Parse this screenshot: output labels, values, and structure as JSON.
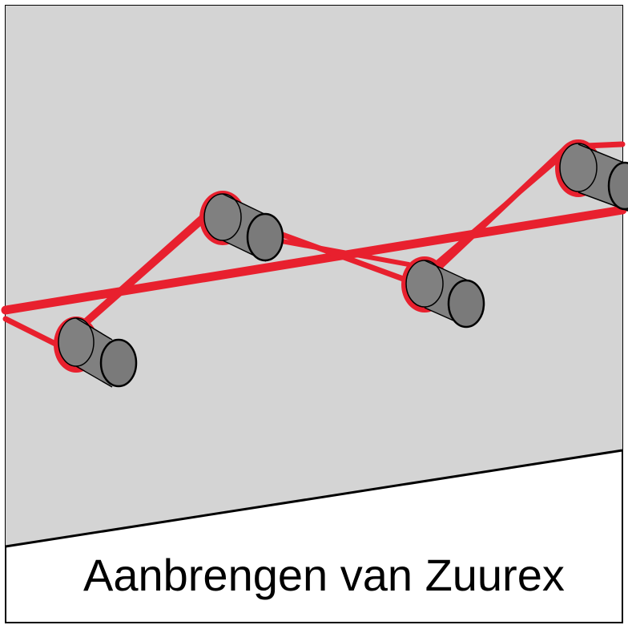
{
  "caption": "Aanbrengen van Zuurex",
  "colors": {
    "surface": "#d4d4d4",
    "border": "#000000",
    "band": "#e8202e",
    "pin_body": "#808080",
    "pin_end": "#7a7a7a",
    "background": "#ffffff"
  },
  "pins": [
    {
      "name": "pin-1"
    },
    {
      "name": "pin-2"
    },
    {
      "name": "pin-3"
    },
    {
      "name": "pin-4"
    }
  ]
}
